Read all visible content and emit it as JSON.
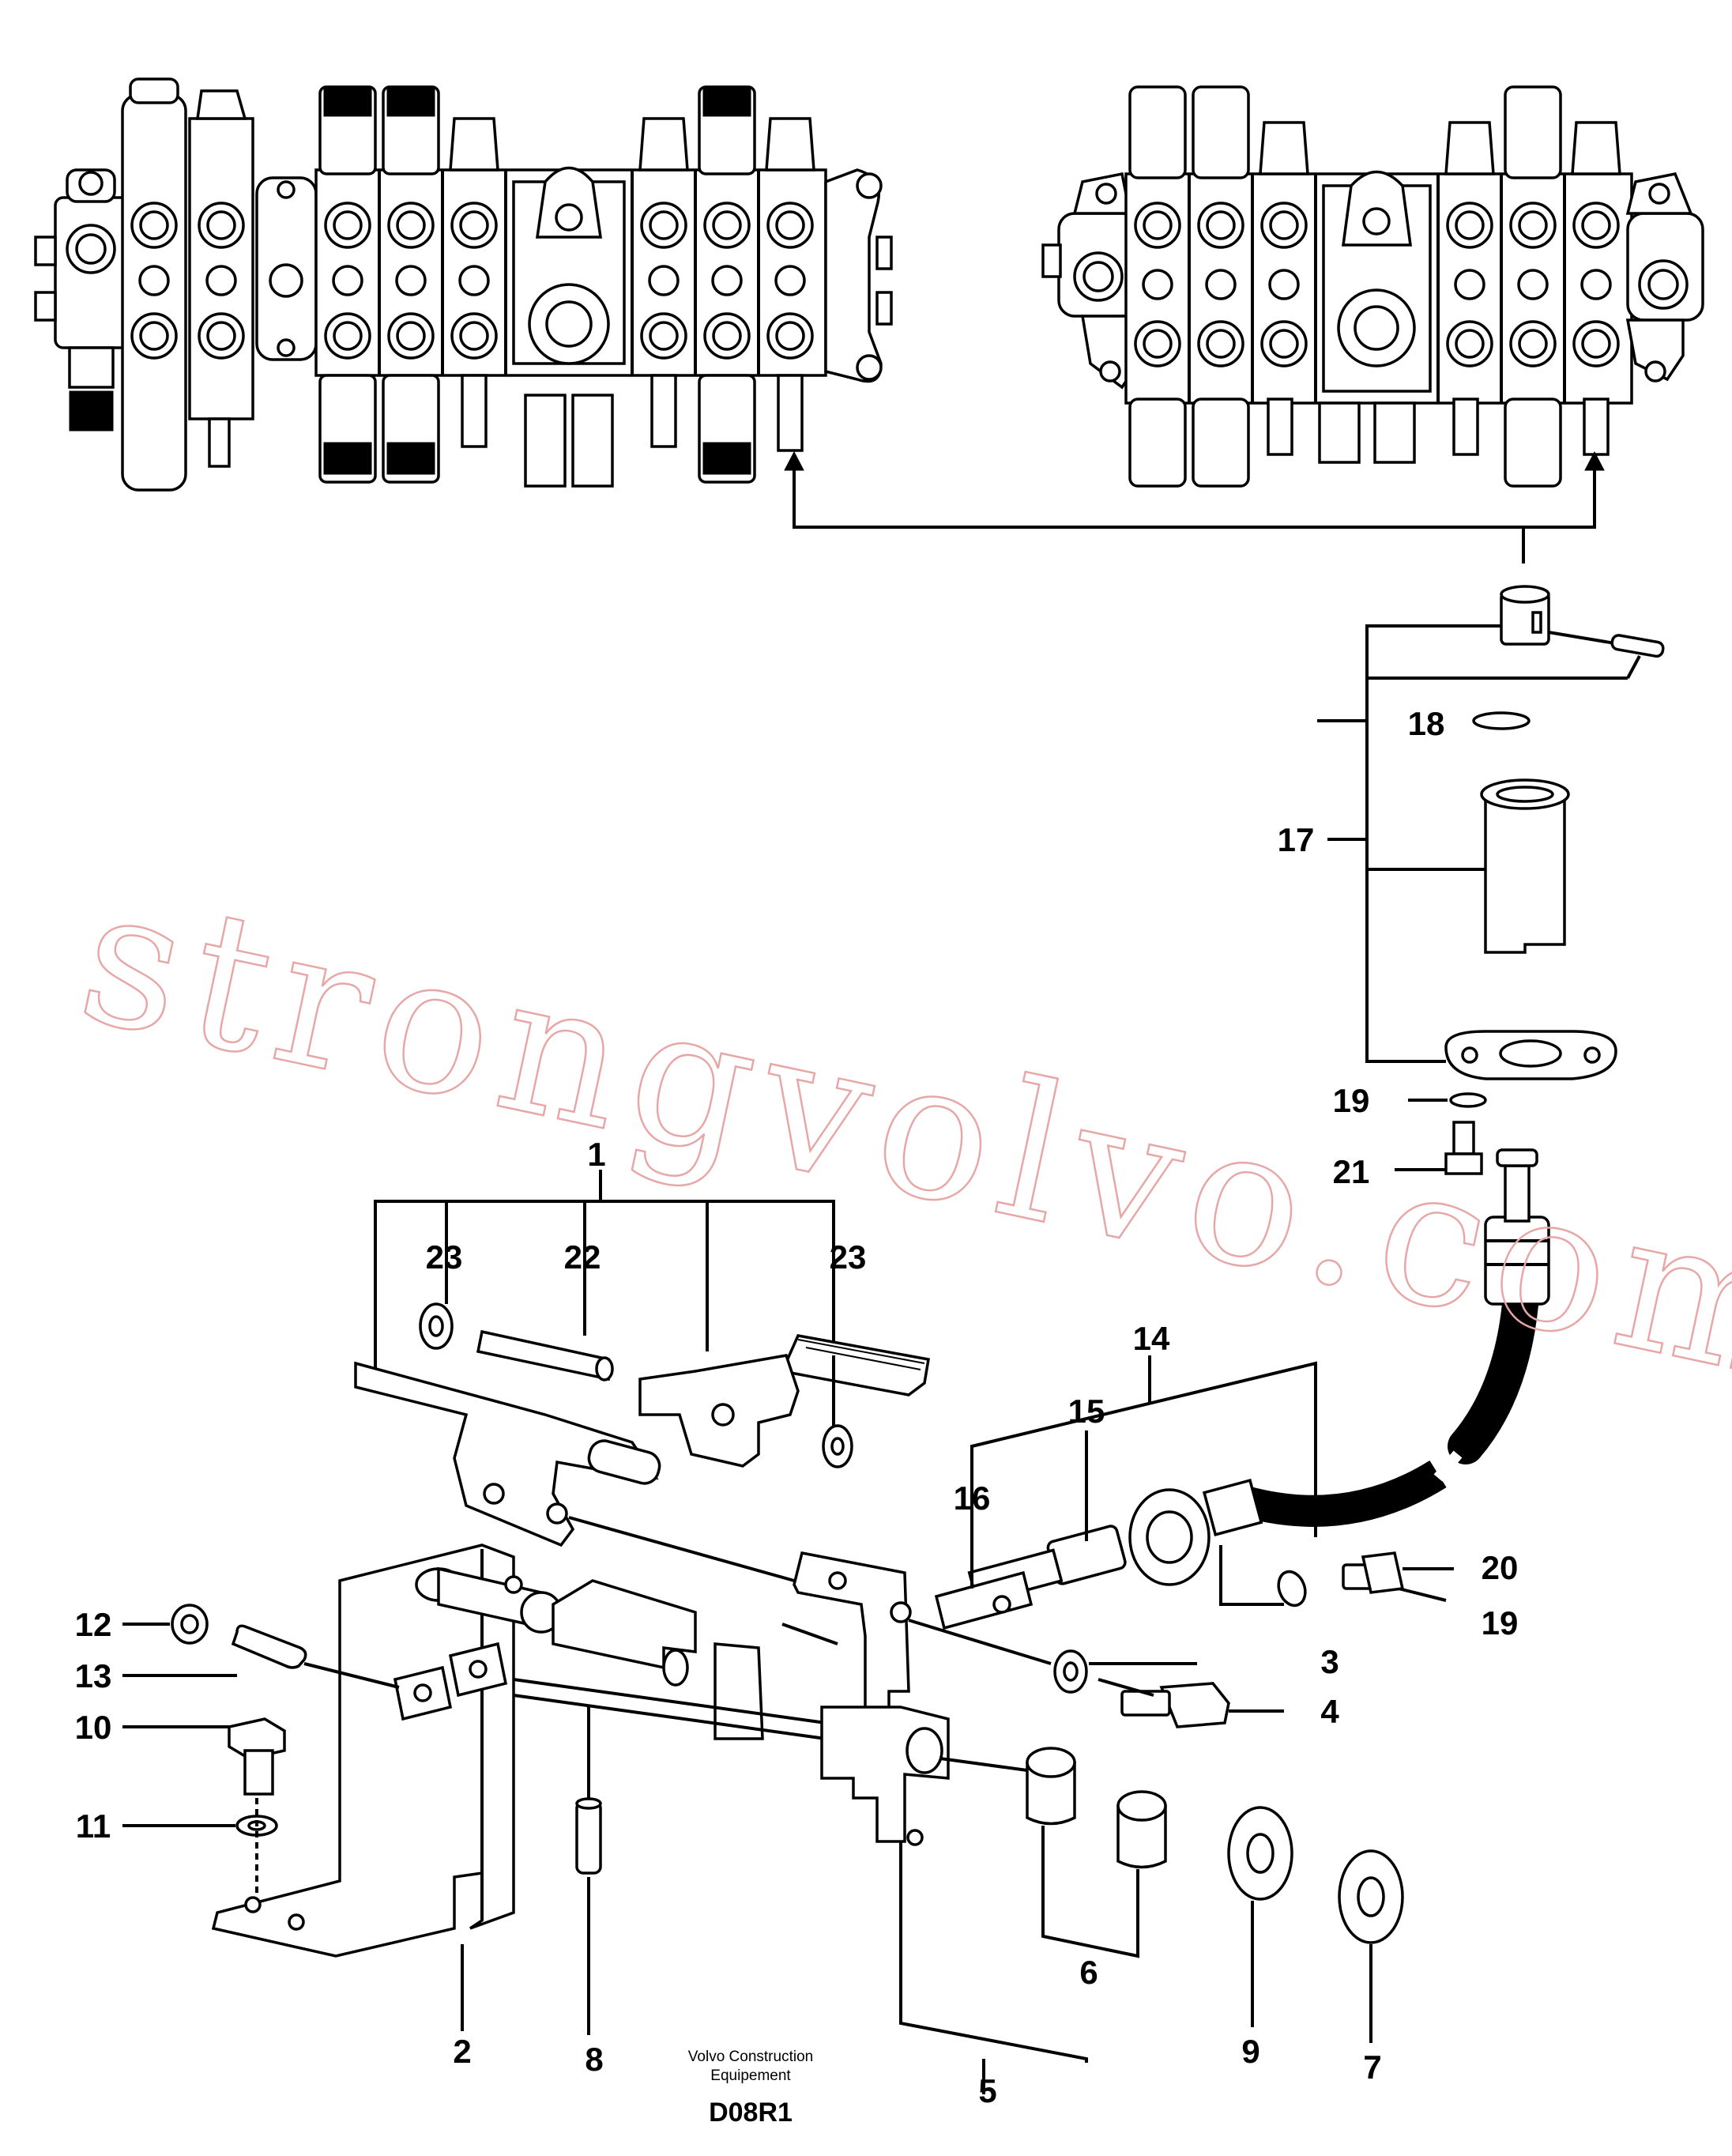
{
  "diagram": {
    "callouts": [
      "1",
      "2",
      "3",
      "4",
      "5",
      "6",
      "7",
      "8",
      "9",
      "10",
      "11",
      "12",
      "13",
      "14",
      "15",
      "16",
      "17",
      "18",
      "19",
      "19",
      "20",
      "21",
      "22",
      "23",
      "23"
    ],
    "watermark": "strongvolvo.com",
    "footer": {
      "line1": "Volvo Construction",
      "line2": "Equipement",
      "code": "D08R1"
    }
  }
}
